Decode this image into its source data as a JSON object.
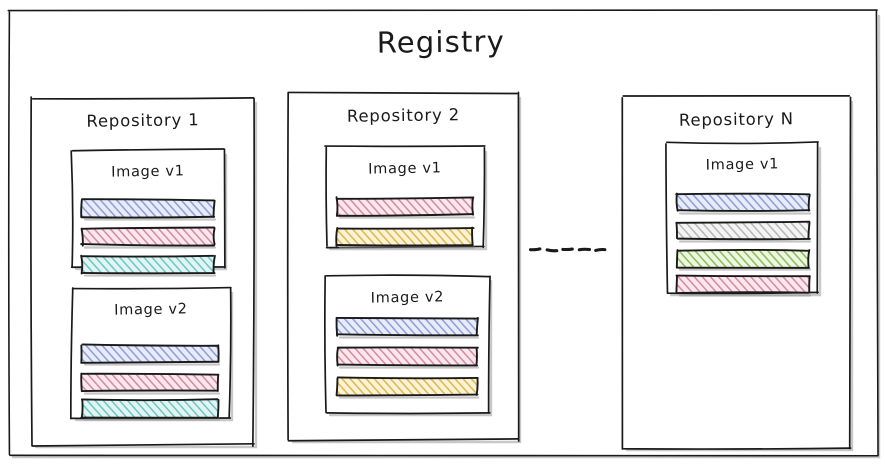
{
  "diagram": {
    "title": "Registry",
    "style": "hand-drawn sketch",
    "background": "#ffffff",
    "stroke_color": "#1a1a1a",
    "connector": {
      "name": "dashed-ellipsis-connector",
      "kind": "horizontal-dashed-line",
      "dashes": 5,
      "from": "Repository 2",
      "to": "Repository N"
    }
  },
  "palette": {
    "blue": "#8e9ed8",
    "blue_fill": "#e8ecf8",
    "pink": "#d98aa0",
    "pink_fill": "#f9e8ee",
    "teal": "#6fc6c2",
    "teal_fill": "#e2f5f4",
    "yellow": "#e0b84a",
    "yellow_fill": "#fbf3d8",
    "green": "#8cbf55",
    "green_fill": "#eef6e4",
    "gray": "#b8b8b8",
    "gray_fill": "#f4f4f4",
    "stroke": "#1a1a1a"
  },
  "repositories": [
    {
      "label": "Repository 1",
      "images": [
        {
          "label": "Image v1",
          "layers": [
            {
              "color": "blue",
              "name": "layer-blue"
            },
            {
              "color": "pink",
              "name": "layer-pink"
            },
            {
              "color": "teal",
              "name": "layer-teal"
            }
          ]
        },
        {
          "label": "Image v2",
          "layers": [
            {
              "color": "blue",
              "name": "layer-blue"
            },
            {
              "color": "pink",
              "name": "layer-pink"
            },
            {
              "color": "teal",
              "name": "layer-teal"
            }
          ]
        }
      ]
    },
    {
      "label": "Repository 2",
      "images": [
        {
          "label": "Image v1",
          "layers": [
            {
              "color": "pink",
              "name": "layer-pink"
            },
            {
              "color": "yellow",
              "name": "layer-yellow"
            }
          ]
        },
        {
          "label": "Image v2",
          "layers": [
            {
              "color": "blue",
              "name": "layer-blue"
            },
            {
              "color": "pink",
              "name": "layer-pink"
            },
            {
              "color": "yellow",
              "name": "layer-yellow"
            }
          ]
        }
      ]
    },
    {
      "label": "Repository N",
      "images": [
        {
          "label": "Image v1",
          "layers": [
            {
              "color": "blue",
              "name": "layer-blue"
            },
            {
              "color": "gray",
              "name": "layer-gray"
            },
            {
              "color": "green",
              "name": "layer-green"
            },
            {
              "color": "pink",
              "name": "layer-pink"
            }
          ]
        }
      ]
    }
  ]
}
